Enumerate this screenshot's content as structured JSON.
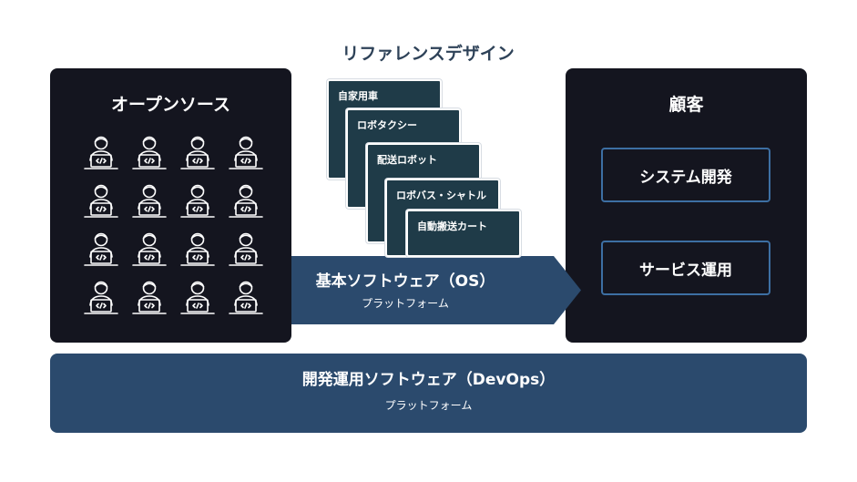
{
  "reference_design": {
    "title": "リファレンスデザイン",
    "cards": [
      "自家用車",
      "ロボタクシー",
      "配送ロボット",
      "ロボバス・シャトル",
      "自動搬送カート"
    ]
  },
  "open_source": {
    "title": "オープンソース",
    "developer_icon": "developer-with-laptop-icon",
    "developer_count": 16
  },
  "customer": {
    "title": "顧客",
    "items": [
      "システム開発",
      "サービス運用"
    ]
  },
  "os_software": {
    "title": "基本ソフトウェア（OS）",
    "subtitle": "プラットフォーム"
  },
  "devops_software": {
    "title": "開発運用ソフトウェア（DevOps）",
    "subtitle": "プラットフォーム"
  },
  "colors": {
    "dark_panel": "#14151f",
    "navy": "#2b4a6d",
    "card_teal": "#1f3b48",
    "box_border": "#3d6fa3"
  }
}
